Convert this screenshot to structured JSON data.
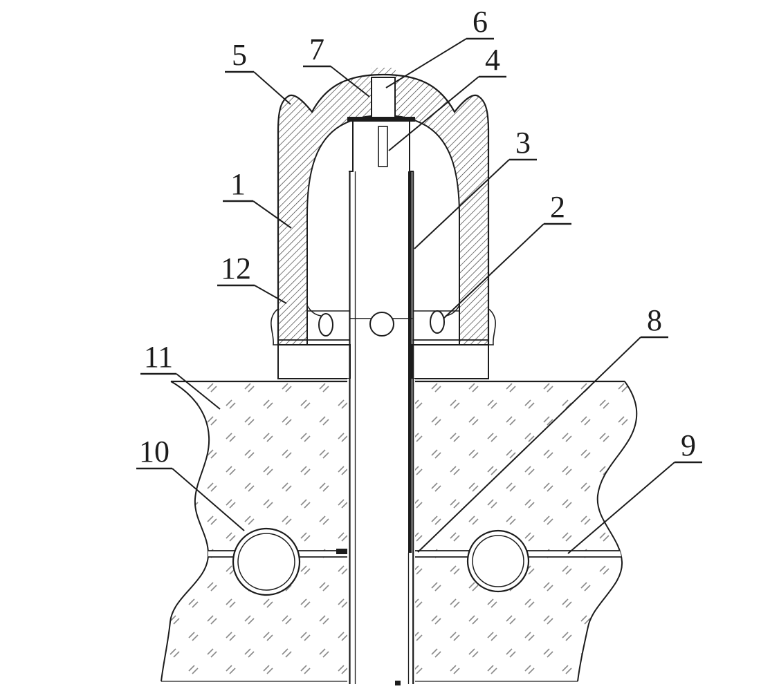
{
  "figure": {
    "colors": {
      "line": "#1c1c1c",
      "hatch": "#3c3c3c",
      "ground-mark": "#8b8b8b",
      "bg": "#ffffff"
    }
  },
  "labels": [
    {
      "text": "1"
    },
    {
      "text": "2"
    },
    {
      "text": "3"
    },
    {
      "text": "4"
    },
    {
      "text": "5"
    },
    {
      "text": "6"
    },
    {
      "text": "7"
    },
    {
      "text": "8"
    },
    {
      "text": "9"
    },
    {
      "text": "10"
    },
    {
      "text": "11"
    },
    {
      "text": "12"
    }
  ]
}
